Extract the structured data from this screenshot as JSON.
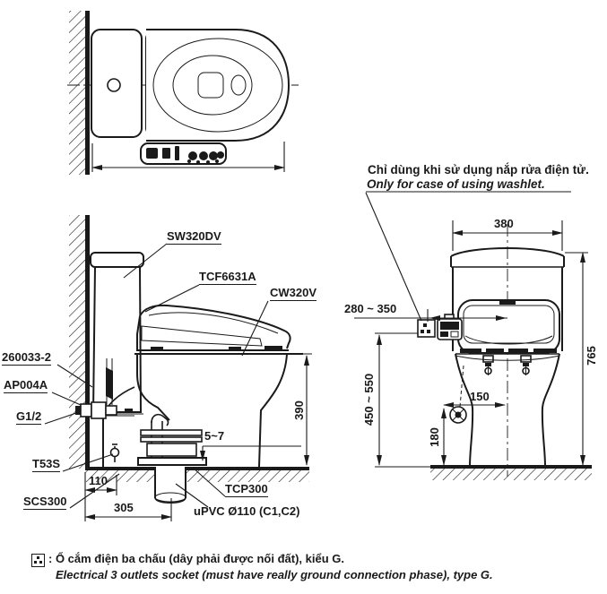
{
  "notes": {
    "washlet_vi": "Chỉ dùng khi sử dụng nắp rửa điện tử.",
    "washlet_en": "Only for case of using washlet."
  },
  "part_labels": {
    "tank": "SW320DV",
    "washlet_lid": "TCF6631A",
    "bowl": "CW320V",
    "supply_hose": "260033-2",
    "stop_valve": "AP004A",
    "thread": "G1/2",
    "floor_fixture": "T53S",
    "supply_kit": "SCS300",
    "flange": "TCP300",
    "drain_pipe": "uPVC Ø110 (C1,C2)"
  },
  "dimensions": {
    "tank_width": "380",
    "total_height": "765",
    "socket_height_range": "450 ~ 550",
    "socket_side_range": "280 ~ 350",
    "valve_offset": "150",
    "valve_height": "180",
    "rim_height": "390",
    "flange_clearance": "5~7",
    "valve_from_wall": "110",
    "drain_from_wall": "305"
  },
  "legend": {
    "socket_vi": ": Ổ cắm điện ba chấu (dây phải được nối đất), kiểu G.",
    "socket_en": "Electrical 3 outlets socket (must have really ground connection phase), type G."
  },
  "icons": {
    "socket": "3-pin electrical socket symbol"
  },
  "colors": {
    "line": "#1a1a1a",
    "background": "#ffffff"
  }
}
